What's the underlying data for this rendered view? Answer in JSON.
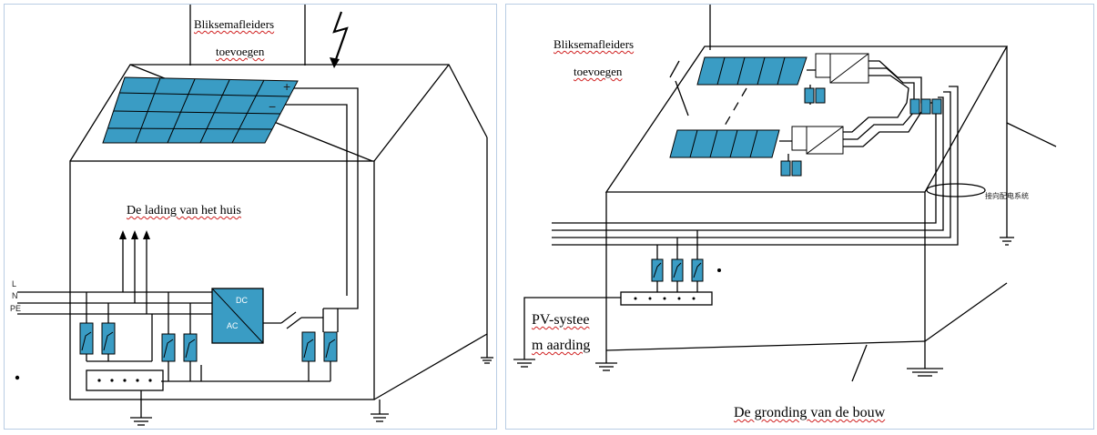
{
  "left_panel": {
    "lightning_rod_label_line1": "Bliksemafleiders",
    "lightning_rod_label_line2": "toevoegen",
    "house_load_label": "De lading van het huis",
    "line_labels": [
      "L",
      "N",
      "PE"
    ],
    "inverter_dc": "DC",
    "inverter_ac": "AC",
    "panel_plus": "+",
    "panel_minus": "−"
  },
  "right_panel": {
    "lightning_rod_label_line1": "Bliksemafleiders",
    "lightning_rod_label_line2": "toevoegen",
    "pv_grounding_line1": "PV-systee",
    "pv_grounding_line2": "m aarding",
    "building_grounding_label": "De gronding van de bouw",
    "cable_note": "接向配电系统"
  },
  "colors": {
    "solar_panel": "#3a9cc4",
    "spd": "#3a9cc4",
    "line": "#000000",
    "panel_border": "#b9cde4",
    "spellcheck_underline": "#d02020"
  }
}
